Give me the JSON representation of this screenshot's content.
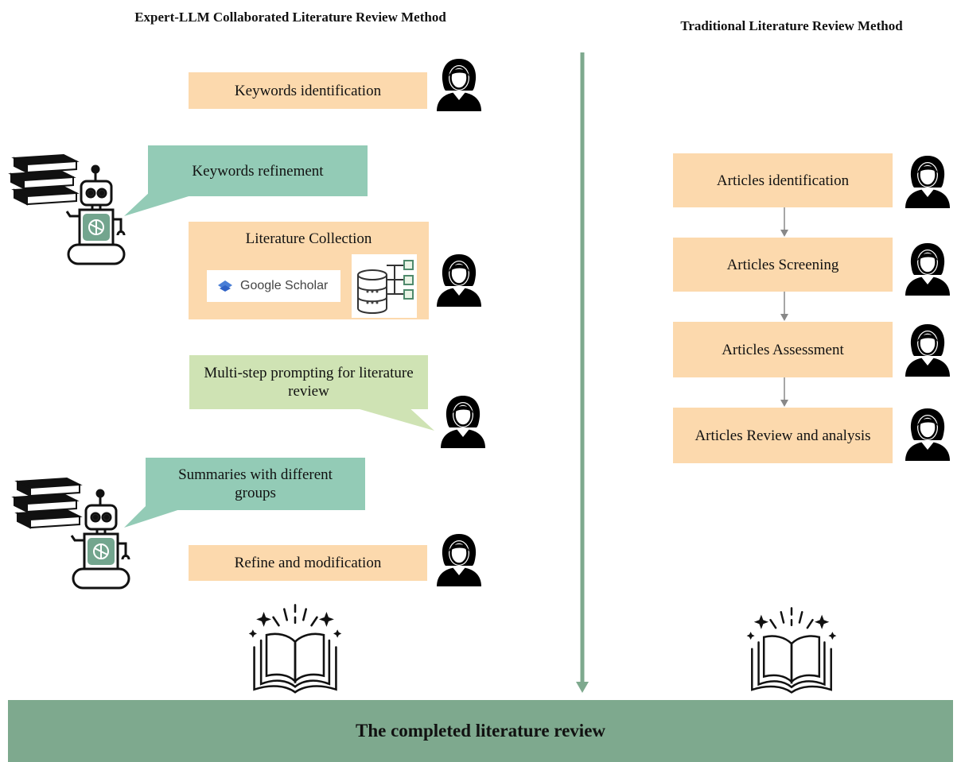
{
  "left_heading": "Expert-LLM Collaborated Literature Review Method",
  "right_heading": "Traditional Literature Review Method",
  "left_steps": {
    "keywords_identification": "Keywords identification",
    "keywords_refinement": "Keywords refinement",
    "literature_collection": "Literature Collection",
    "google_scholar": "Google Scholar",
    "multi_step_prompting": "Multi-step prompting for literature review",
    "summaries": "Summaries with different groups",
    "refine": "Refine and modification"
  },
  "right_steps": [
    {
      "label": "Articles identification"
    },
    {
      "label": "Articles Screening"
    },
    {
      "label": "Articles Assessment"
    },
    {
      "label": "Articles Review and analysis"
    }
  ],
  "bottom_label": "The completed literature review",
  "colors": {
    "step_box": "#fcd9ad",
    "llm_bubble": "#93cbb6",
    "prompt_bubble": "#cfe3b4",
    "divider": "#7ea98e",
    "bottom_bar": "#7ea98e"
  },
  "icons": [
    "person-icon",
    "robot-icon",
    "books-icon",
    "database-icon",
    "open-book-icon",
    "google-scholar-logo"
  ]
}
